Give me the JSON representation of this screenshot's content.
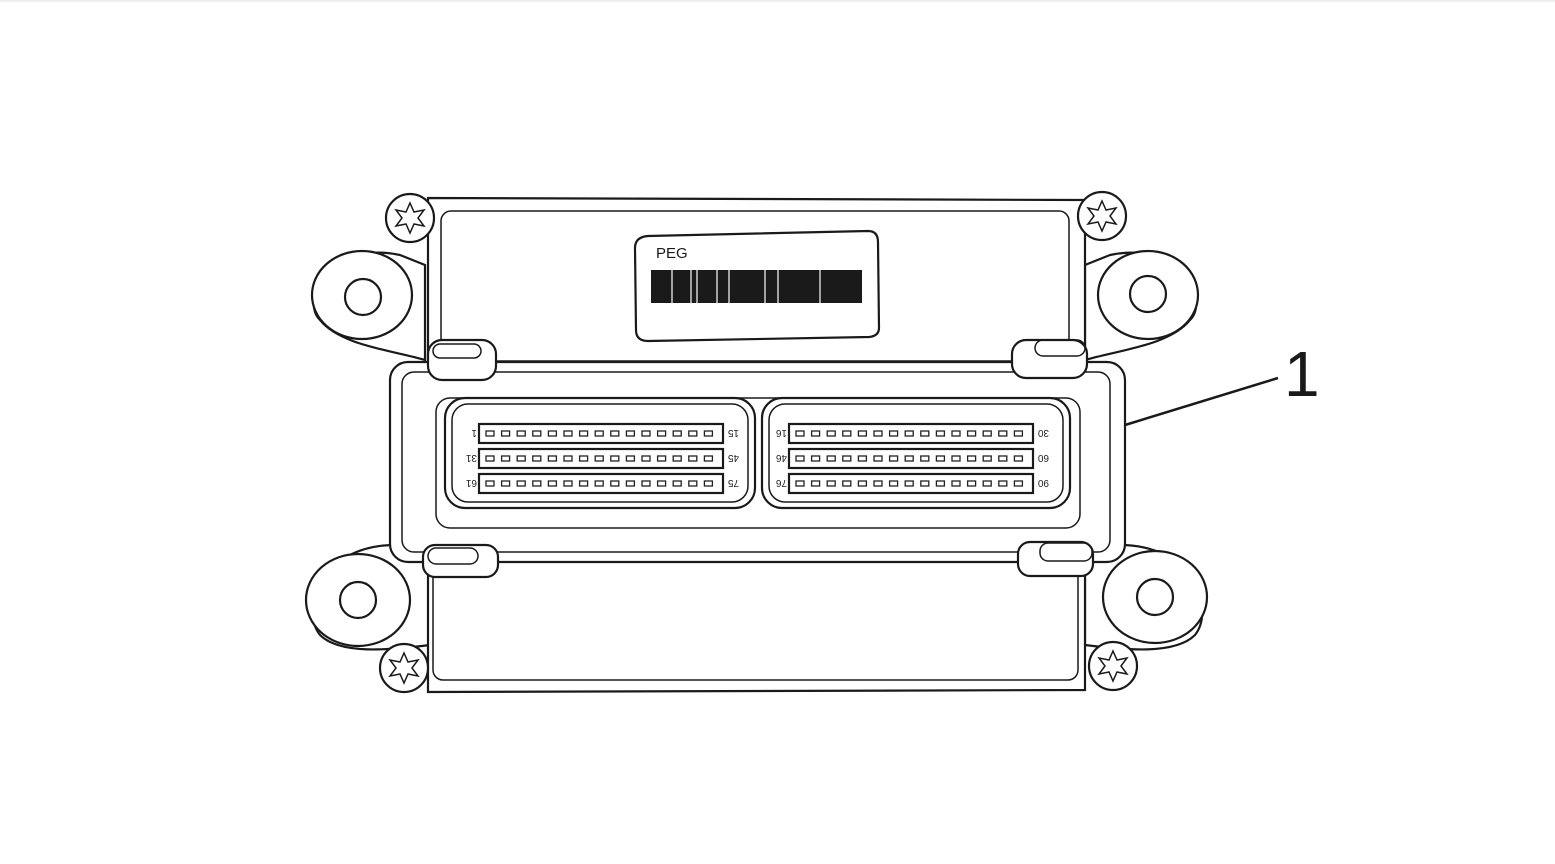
{
  "label": {
    "text": "PEG",
    "barcode": "barcode"
  },
  "callout": {
    "number": "1"
  },
  "connectors": [
    {
      "rows": [
        {
          "start": "1",
          "end": "15"
        },
        {
          "start": "31",
          "end": "45"
        },
        {
          "start": "61",
          "end": "75"
        }
      ]
    },
    {
      "rows": [
        {
          "start": "16",
          "end": "30"
        },
        {
          "start": "46",
          "end": "60"
        },
        {
          "start": "76",
          "end": "90"
        }
      ]
    }
  ],
  "pins_per_row": 15,
  "line_color": "#1a1a1a"
}
